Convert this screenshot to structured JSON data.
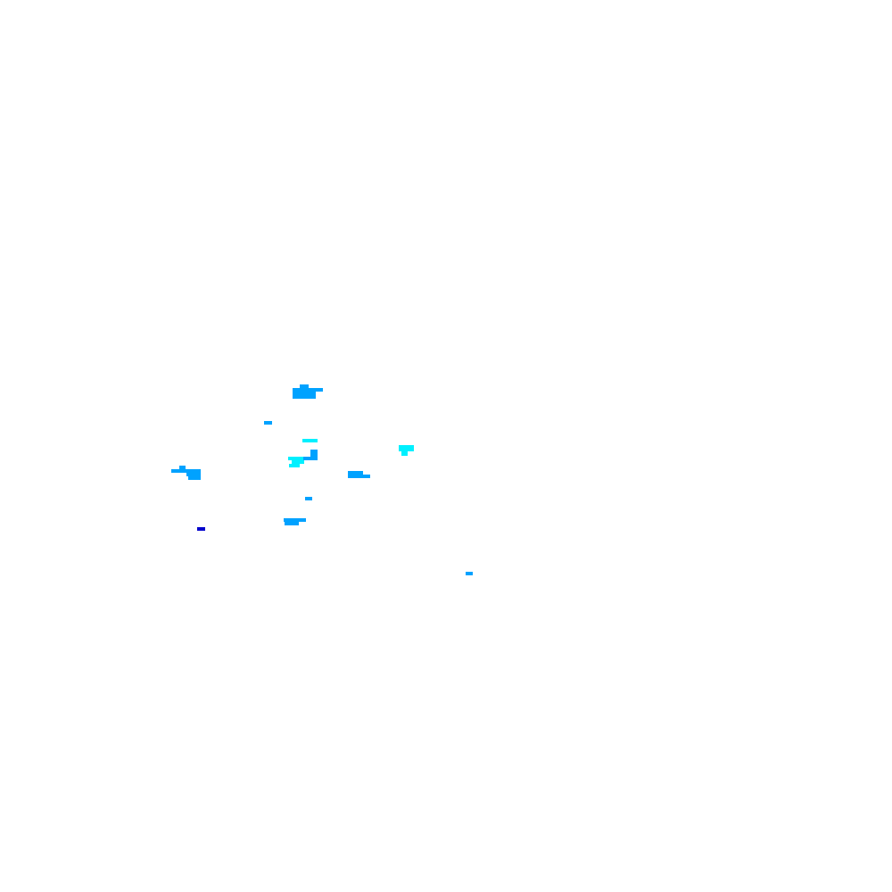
{
  "background_color": "#ffffff",
  "palette": {
    "light_blue": "#00a2ff",
    "cyan": "#00f0ff",
    "dark_blue": "#0000cc"
  },
  "patches": [
    {
      "name": "patch-cluster-north",
      "color_key": "light_blue"
    },
    {
      "name": "patch-small-north-west",
      "color_key": "light_blue"
    },
    {
      "name": "patch-cyan-bar-center",
      "color_key": "cyan"
    },
    {
      "name": "patch-cyan-center",
      "color_key": "cyan"
    },
    {
      "name": "patch-blue-center",
      "color_key": "light_blue"
    },
    {
      "name": "patch-cyan-east",
      "color_key": "cyan"
    },
    {
      "name": "patch-cluster-west",
      "color_key": "light_blue"
    },
    {
      "name": "patch-center-east",
      "color_key": "light_blue"
    },
    {
      "name": "patch-small-center-south",
      "color_key": "light_blue"
    },
    {
      "name": "patch-south",
      "color_key": "light_blue"
    },
    {
      "name": "patch-dark-south-west",
      "color_key": "dark_blue"
    },
    {
      "name": "patch-far-south-east",
      "color_key": "light_blue"
    }
  ]
}
